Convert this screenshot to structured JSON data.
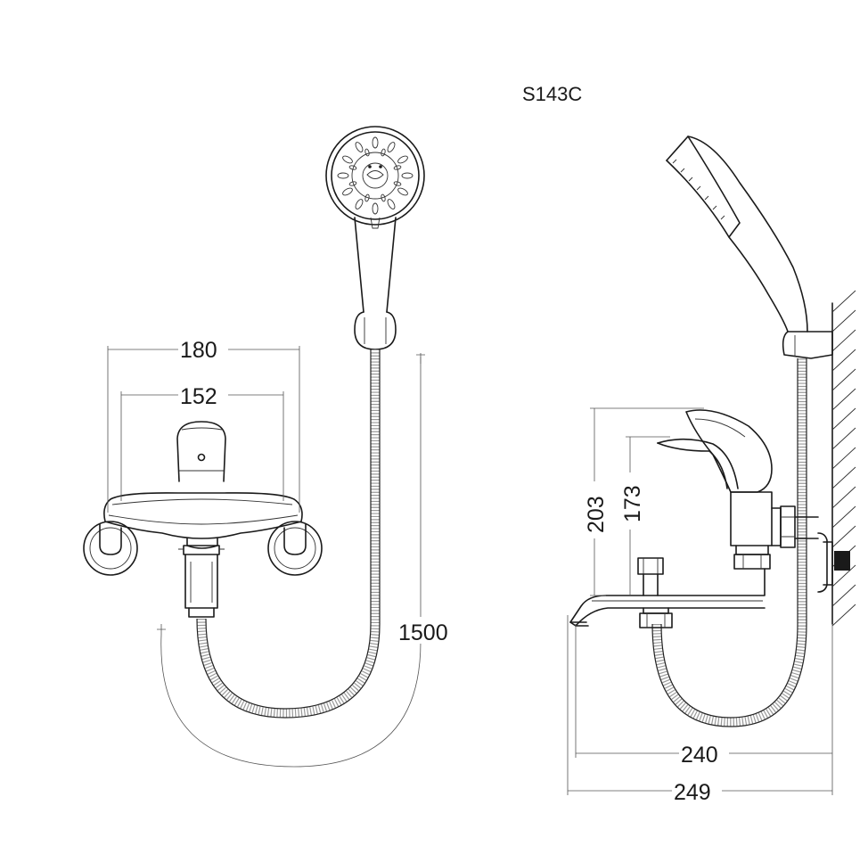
{
  "model": "S143C",
  "dimensions": {
    "outer_centers": "180",
    "inner_centers": "152",
    "hose_length": "1500",
    "height_total": "203",
    "height_handle": "173",
    "spout_reach": "240",
    "total_depth": "249"
  }
}
